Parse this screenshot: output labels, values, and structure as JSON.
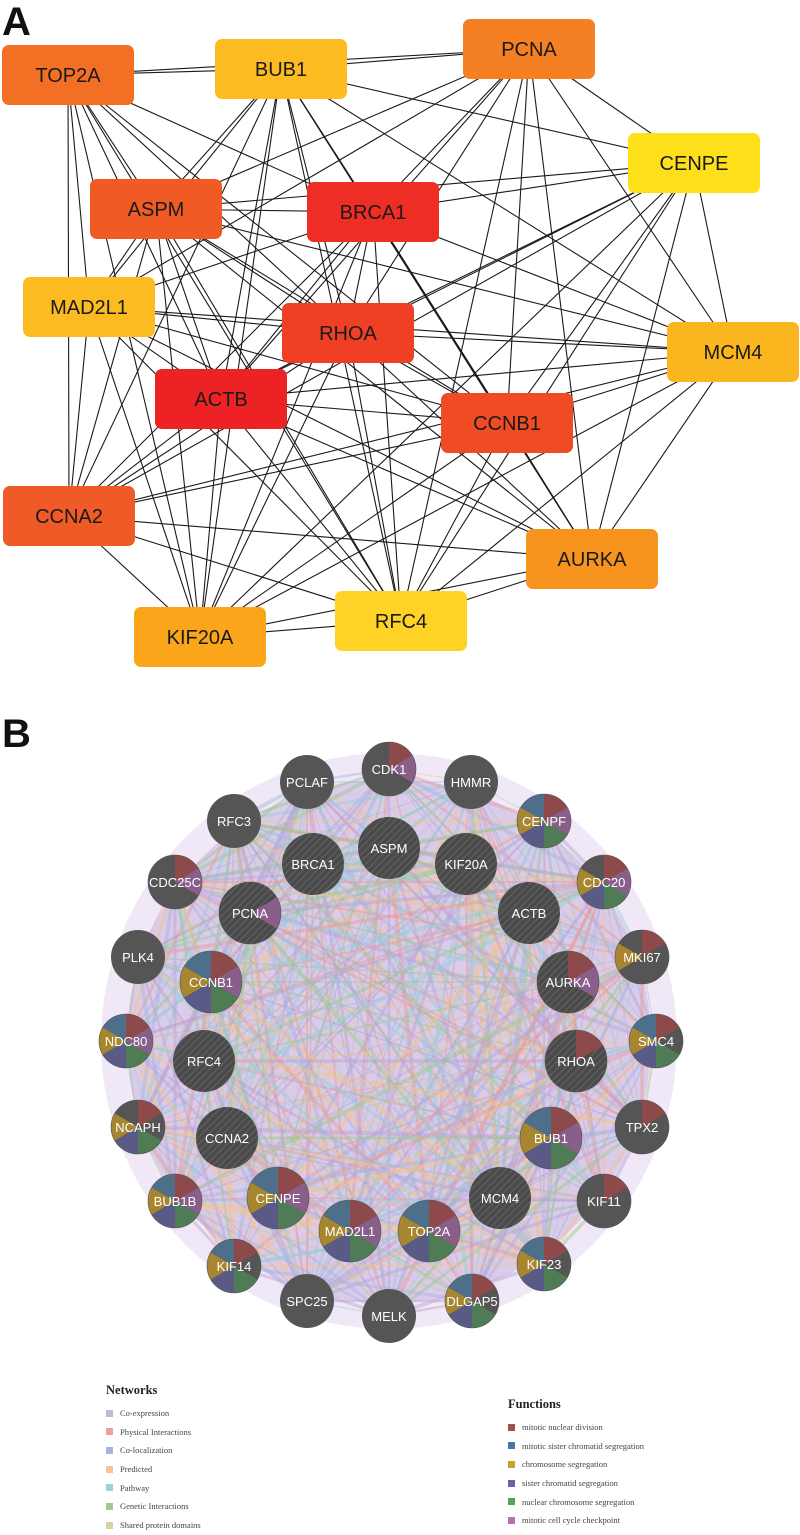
{
  "panelA": {
    "label": "A",
    "nodes": [
      {
        "id": "TOP2A",
        "color": "#f26f23"
      },
      {
        "id": "BUB1",
        "color": "#fdbb22"
      },
      {
        "id": "PCNA",
        "color": "#f58024"
      },
      {
        "id": "CENPE",
        "color": "#fee01a"
      },
      {
        "id": "ASPM",
        "color": "#f05a25"
      },
      {
        "id": "BRCA1",
        "color": "#ee2d25"
      },
      {
        "id": "MAD2L1",
        "color": "#fdbb22"
      },
      {
        "id": "RHOA",
        "color": "#ef3f25"
      },
      {
        "id": "MCM4",
        "color": "#fbb51f"
      },
      {
        "id": "ACTB",
        "color": "#ed2224"
      },
      {
        "id": "CCNB1",
        "color": "#f04c24"
      },
      {
        "id": "CCNA2",
        "color": "#f05a26"
      },
      {
        "id": "AURKA",
        "color": "#f7941d"
      },
      {
        "id": "KIF20A",
        "color": "#fba51b"
      },
      {
        "id": "RFC4",
        "color": "#fed325"
      }
    ]
  },
  "panelB": {
    "label": "B",
    "nodes": [
      {
        "id": "CDK1",
        "slices": [
          "#8e4a4a",
          "#8a5e8a"
        ]
      },
      {
        "id": "HMMR",
        "slices": []
      },
      {
        "id": "PCLAF",
        "slices": []
      },
      {
        "id": "RFC3",
        "slices": []
      },
      {
        "id": "CENPF",
        "slices": [
          "#8e4a4a",
          "#4e6f8a",
          "#a8862f",
          "#5a5a86",
          "#4f7b55",
          "#8a5e8a"
        ]
      },
      {
        "id": "ASPM",
        "slices": [],
        "query": true
      },
      {
        "id": "BRCA1",
        "slices": [],
        "query": true
      },
      {
        "id": "KIF20A",
        "slices": [],
        "query": true
      },
      {
        "id": "CDC25C",
        "slices": [
          "#8e4a4a",
          "#8a5e8a"
        ]
      },
      {
        "id": "CDC20",
        "slices": [
          "#8e4a4a",
          "#a8862f",
          "#5a5a86",
          "#4f7b55",
          "#8a5e8a"
        ]
      },
      {
        "id": "PCNA",
        "slices": [
          "#8a5e8a"
        ],
        "query": true
      },
      {
        "id": "ACTB",
        "slices": [],
        "query": true
      },
      {
        "id": "PLK4",
        "slices": []
      },
      {
        "id": "MKI67",
        "slices": [
          "#8e4a4a",
          "#a8862f"
        ]
      },
      {
        "id": "CCNB1",
        "slices": [
          "#8e4a4a",
          "#4e6f8a",
          "#a8862f",
          "#5a5a86",
          "#4f7b55",
          "#8a5e8a"
        ],
        "query": true
      },
      {
        "id": "AURKA",
        "slices": [
          "#8e4a4a",
          "#8a5e8a"
        ],
        "query": true
      },
      {
        "id": "NDC80",
        "slices": [
          "#8e4a4a",
          "#4e6f8a",
          "#a8862f",
          "#5a5a86",
          "#4f7b55",
          "#8a5e8a"
        ]
      },
      {
        "id": "SMC4",
        "slices": [
          "#8e4a4a",
          "#4e6f8a",
          "#a8862f",
          "#5a5a86",
          "#4f7b55"
        ]
      },
      {
        "id": "RFC4",
        "slices": [],
        "query": true
      },
      {
        "id": "RHOA",
        "slices": [
          "#8e4a4a"
        ],
        "query": true
      },
      {
        "id": "NCAPH",
        "slices": [
          "#8e4a4a",
          "#a8862f",
          "#5a5a86",
          "#4f7b55"
        ]
      },
      {
        "id": "TPX2",
        "slices": [
          "#8e4a4a"
        ]
      },
      {
        "id": "CCNA2",
        "slices": [],
        "query": true
      },
      {
        "id": "BUB1",
        "slices": [
          "#8e4a4a",
          "#4e6f8a",
          "#a8862f",
          "#5a5a86",
          "#4f7b55",
          "#8a5e8a"
        ],
        "query": true
      },
      {
        "id": "BUB1B",
        "slices": [
          "#8e4a4a",
          "#4e6f8a",
          "#a8862f",
          "#5a5a86",
          "#4f7b55",
          "#8a5e8a"
        ]
      },
      {
        "id": "CENPE",
        "slices": [
          "#8e4a4a",
          "#4e6f8a",
          "#a8862f",
          "#5a5a86",
          "#4f7b55",
          "#8a5e8a"
        ],
        "query": true
      },
      {
        "id": "MCM4",
        "slices": [],
        "query": true
      },
      {
        "id": "KIF11",
        "slices": [
          "#8e4a4a"
        ]
      },
      {
        "id": "MAD2L1",
        "slices": [
          "#8e4a4a",
          "#4e6f8a",
          "#a8862f",
          "#5a5a86",
          "#4f7b55",
          "#8a5e8a"
        ],
        "query": true
      },
      {
        "id": "TOP2A",
        "slices": [
          "#8e4a4a",
          "#4e6f8a",
          "#a8862f",
          "#5a5a86",
          "#4f7b55",
          "#8a5e8a"
        ],
        "query": true
      },
      {
        "id": "KIF14",
        "slices": [
          "#8e4a4a",
          "#4e6f8a",
          "#a8862f",
          "#5a5a86",
          "#4f7b55"
        ]
      },
      {
        "id": "KIF23",
        "slices": [
          "#8e4a4a",
          "#4e6f8a",
          "#a8862f",
          "#5a5a86",
          "#4f7b55"
        ]
      },
      {
        "id": "SPC25",
        "slices": []
      },
      {
        "id": "MELK",
        "slices": []
      },
      {
        "id": "DLGAP5",
        "slices": [
          "#8e4a4a",
          "#4e6f8a",
          "#a8862f",
          "#5a5a86",
          "#4f7b55"
        ]
      }
    ]
  },
  "legend": {
    "networks_title": "Networks",
    "networks": [
      {
        "label": "Co-expression",
        "color": "#c7b5d9"
      },
      {
        "label": "Physical Interactions",
        "color": "#e8a39c"
      },
      {
        "label": "Co-localization",
        "color": "#a7b5da"
      },
      {
        "label": "Predicted",
        "color": "#f5c58f"
      },
      {
        "label": "Pathway",
        "color": "#9fd1db"
      },
      {
        "label": "Genetic Interactions",
        "color": "#9ccc8e"
      },
      {
        "label": "Shared protein domains",
        "color": "#d9d2a0"
      }
    ],
    "functions_title": "Functions",
    "functions": [
      {
        "label": "mitotic nuclear division",
        "color": "#a34f4f"
      },
      {
        "label": "mitotic sister chromatid segregation",
        "color": "#4a78a6"
      },
      {
        "label": "chromosome segregation",
        "color": "#c9a229"
      },
      {
        "label": "sister chromatid segregation",
        "color": "#6a63a8"
      },
      {
        "label": "nuclear chromosome segregation",
        "color": "#58a05e"
      },
      {
        "label": "mitotic cell cycle checkpoint",
        "color": "#b56fb5"
      }
    ]
  }
}
